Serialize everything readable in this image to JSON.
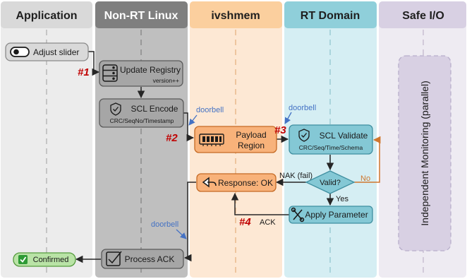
{
  "lanes": [
    {
      "title": "Application"
    },
    {
      "title": "Non-RT Linux"
    },
    {
      "title": "ivshmem"
    },
    {
      "title": "RT Domain"
    },
    {
      "title": "Safe I/O"
    }
  ],
  "nodes": {
    "adjust_slider": {
      "label": "Adjust slider",
      "icon": "toggle-icon"
    },
    "update_registry": {
      "label": "Update Registry",
      "sub": "version++",
      "icon": "database-icon"
    },
    "scl_encode": {
      "label": "SCL Encode",
      "sub": "CRC/SeqNo/Timestamp",
      "icon": "shield-check-icon"
    },
    "payload_region": {
      "line1": "Payload",
      "line2": "Region",
      "icon": "memory-chip-icon"
    },
    "scl_validate": {
      "label": "SCL Validate",
      "sub": "CRC/Seq/Time/Schema",
      "icon": "shield-check-icon"
    },
    "valid": {
      "label": "Valid?"
    },
    "apply_parameter": {
      "label": "Apply Parameter",
      "icon": "tools-icon"
    },
    "response_ok": {
      "label": "Response: OK",
      "icon": "reply-arrow-icon"
    },
    "process_ack": {
      "label": "Process ACK",
      "icon": "checkbox-icon"
    },
    "confirmed": {
      "label": "Confirmed",
      "icon": "check-icon"
    },
    "independent_monitoring": {
      "label": "Independent Monitoring (parallel)"
    }
  },
  "step_markers": {
    "s1": "#1",
    "s2": "#2",
    "s3": "#3",
    "s4": "#4"
  },
  "edge_labels": {
    "doorbell_1": "doorbell",
    "doorbell_2": "doorbell",
    "doorbell_3": "doorbell",
    "nak_fail": "NAK (fail)",
    "no": "No",
    "yes": "Yes",
    "ack": "ACK"
  },
  "colors": {
    "step_marker": "#c00000",
    "doorbell": "#4472c4",
    "feedback_arrow": "#d0772e",
    "lane_header_application": "#d9d9d9",
    "lane_header_nonrt": "#7f7f7f",
    "lane_header_ivshmem": "#fbcf9e",
    "lane_header_rt": "#8fcfda",
    "lane_header_safeio": "#d8d0e3"
  }
}
